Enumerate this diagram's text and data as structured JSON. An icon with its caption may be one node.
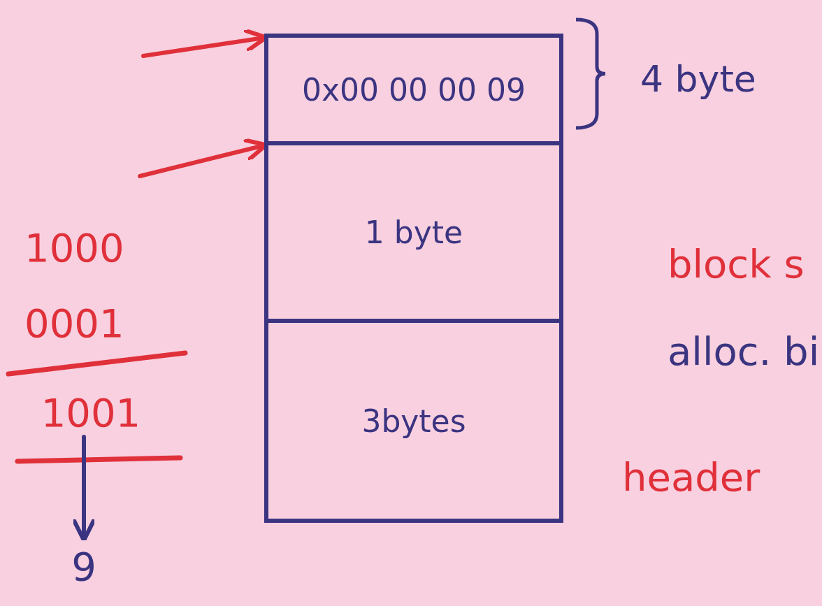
{
  "diagram": {
    "nodes": [
      {
        "text": [
          "0x00 00 00 09"
        ],
        "beside": [
          "4 byte"
        ]
      },
      {
        "text": [
          "1 byte"
        ]
      },
      {
        "text": [
          "3bytes"
        ]
      },
      {
        "text": [
          "1001"
        ]
      },
      {
        "text": [
          "9"
        ]
      }
    ],
    "edges": [
      {
        "from": null,
        "to": 0,
        "arrow": "to"
      },
      {
        "from": null,
        "to": 1,
        "arrow": "to"
      },
      {
        "from": 3,
        "to": 4,
        "arrow": "to",
        "color": "#3b3480"
      }
    ],
    "labels": [
      "1000",
      "0001",
      "block s",
      "alloc. bi",
      "header"
    ]
  }
}
